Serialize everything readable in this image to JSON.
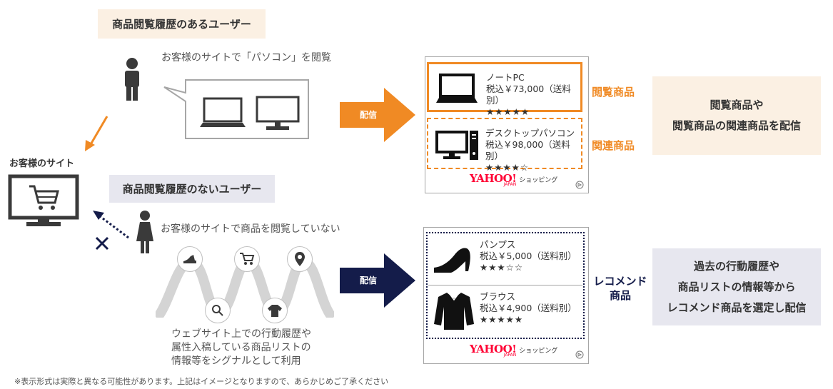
{
  "top": {
    "segment_label": "商品閲覧履歴のあるユーザー",
    "speech_text": "お客様のサイトで「パソコン」を閲覧",
    "deliver_label": "配信",
    "panel": {
      "cards": [
        {
          "name": "ノートPC",
          "price": "税込￥73,000（送料別）",
          "stars": "★★★★★"
        },
        {
          "name": "デスクトップパソコン",
          "price": "税込￥98,000（送料別）",
          "stars": "★★★★☆"
        }
      ],
      "logo": {
        "brand": "YAHOO!",
        "sub": "JAPAN",
        "service": "ショッピング"
      }
    },
    "label_viewed": "閲覧商品",
    "label_related": "関連商品",
    "message": [
      "閲覧商品や",
      "閲覧商品の関連商品を配信"
    ]
  },
  "site": {
    "label": "お客様のサイト"
  },
  "bottom": {
    "segment_label": "商品閲覧履歴のないユーザー",
    "status_text": "お客様のサイトで商品を閲覧していない",
    "signal_text": [
      "ウェブサイト上での行動履歴や",
      "属性入稿している商品リストの",
      "情報等をシグナルとして利用"
    ],
    "deliver_label": "配信",
    "panel": {
      "cards": [
        {
          "name": "パンプス",
          "price": "税込￥5,000（送料別）",
          "stars": "★★★☆☆"
        },
        {
          "name": "ブラウス",
          "price": "税込￥4,900（送料別）",
          "stars": "★★★★★"
        }
      ],
      "logo": {
        "brand": "YAHOO!",
        "sub": "JAPAN",
        "service": "ショッピング"
      }
    },
    "label_recommend": [
      "レコメンド",
      "商品"
    ],
    "message": [
      "過去の行動履歴や",
      "商品リストの情報等から",
      "レコメンド商品を選定し配信"
    ]
  },
  "footnote": "※表示形式は実際と異なる可能性があります。上記はイメージとなりますので、あらかじめご了承ください",
  "colors": {
    "orange": "#f08a24",
    "navy": "#141c4a",
    "beige": "#fbf0e3",
    "gray_box": "#e7e7ef",
    "icon_dark": "#3a3a3a"
  }
}
